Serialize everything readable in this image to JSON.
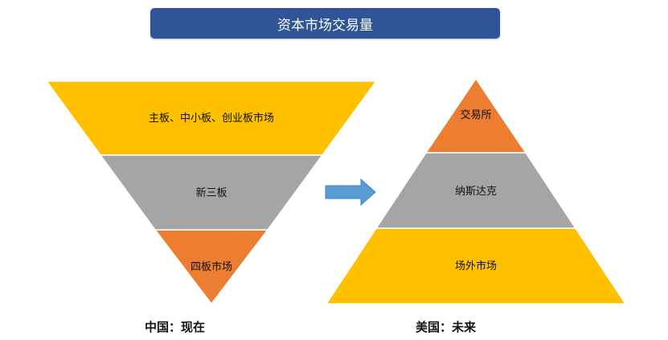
{
  "title": "资本市场交易量",
  "left_pyramid": {
    "caption": "中国：现在",
    "layers": [
      {
        "label": "主板、中小板、创业板市场",
        "color": "#ffc000"
      },
      {
        "label": "新三板",
        "color": "#a5a5a5"
      },
      {
        "label": "四板市场",
        "color": "#ed7d31"
      }
    ]
  },
  "right_pyramid": {
    "caption": "美国：未来",
    "layers": [
      {
        "label": "交易所",
        "color": "#ed7d31"
      },
      {
        "label": "纳斯达克",
        "color": "#a5a5a5"
      },
      {
        "label": "场外市场",
        "color": "#ffc000"
      }
    ]
  },
  "arrow_color": "#5b9bd5"
}
